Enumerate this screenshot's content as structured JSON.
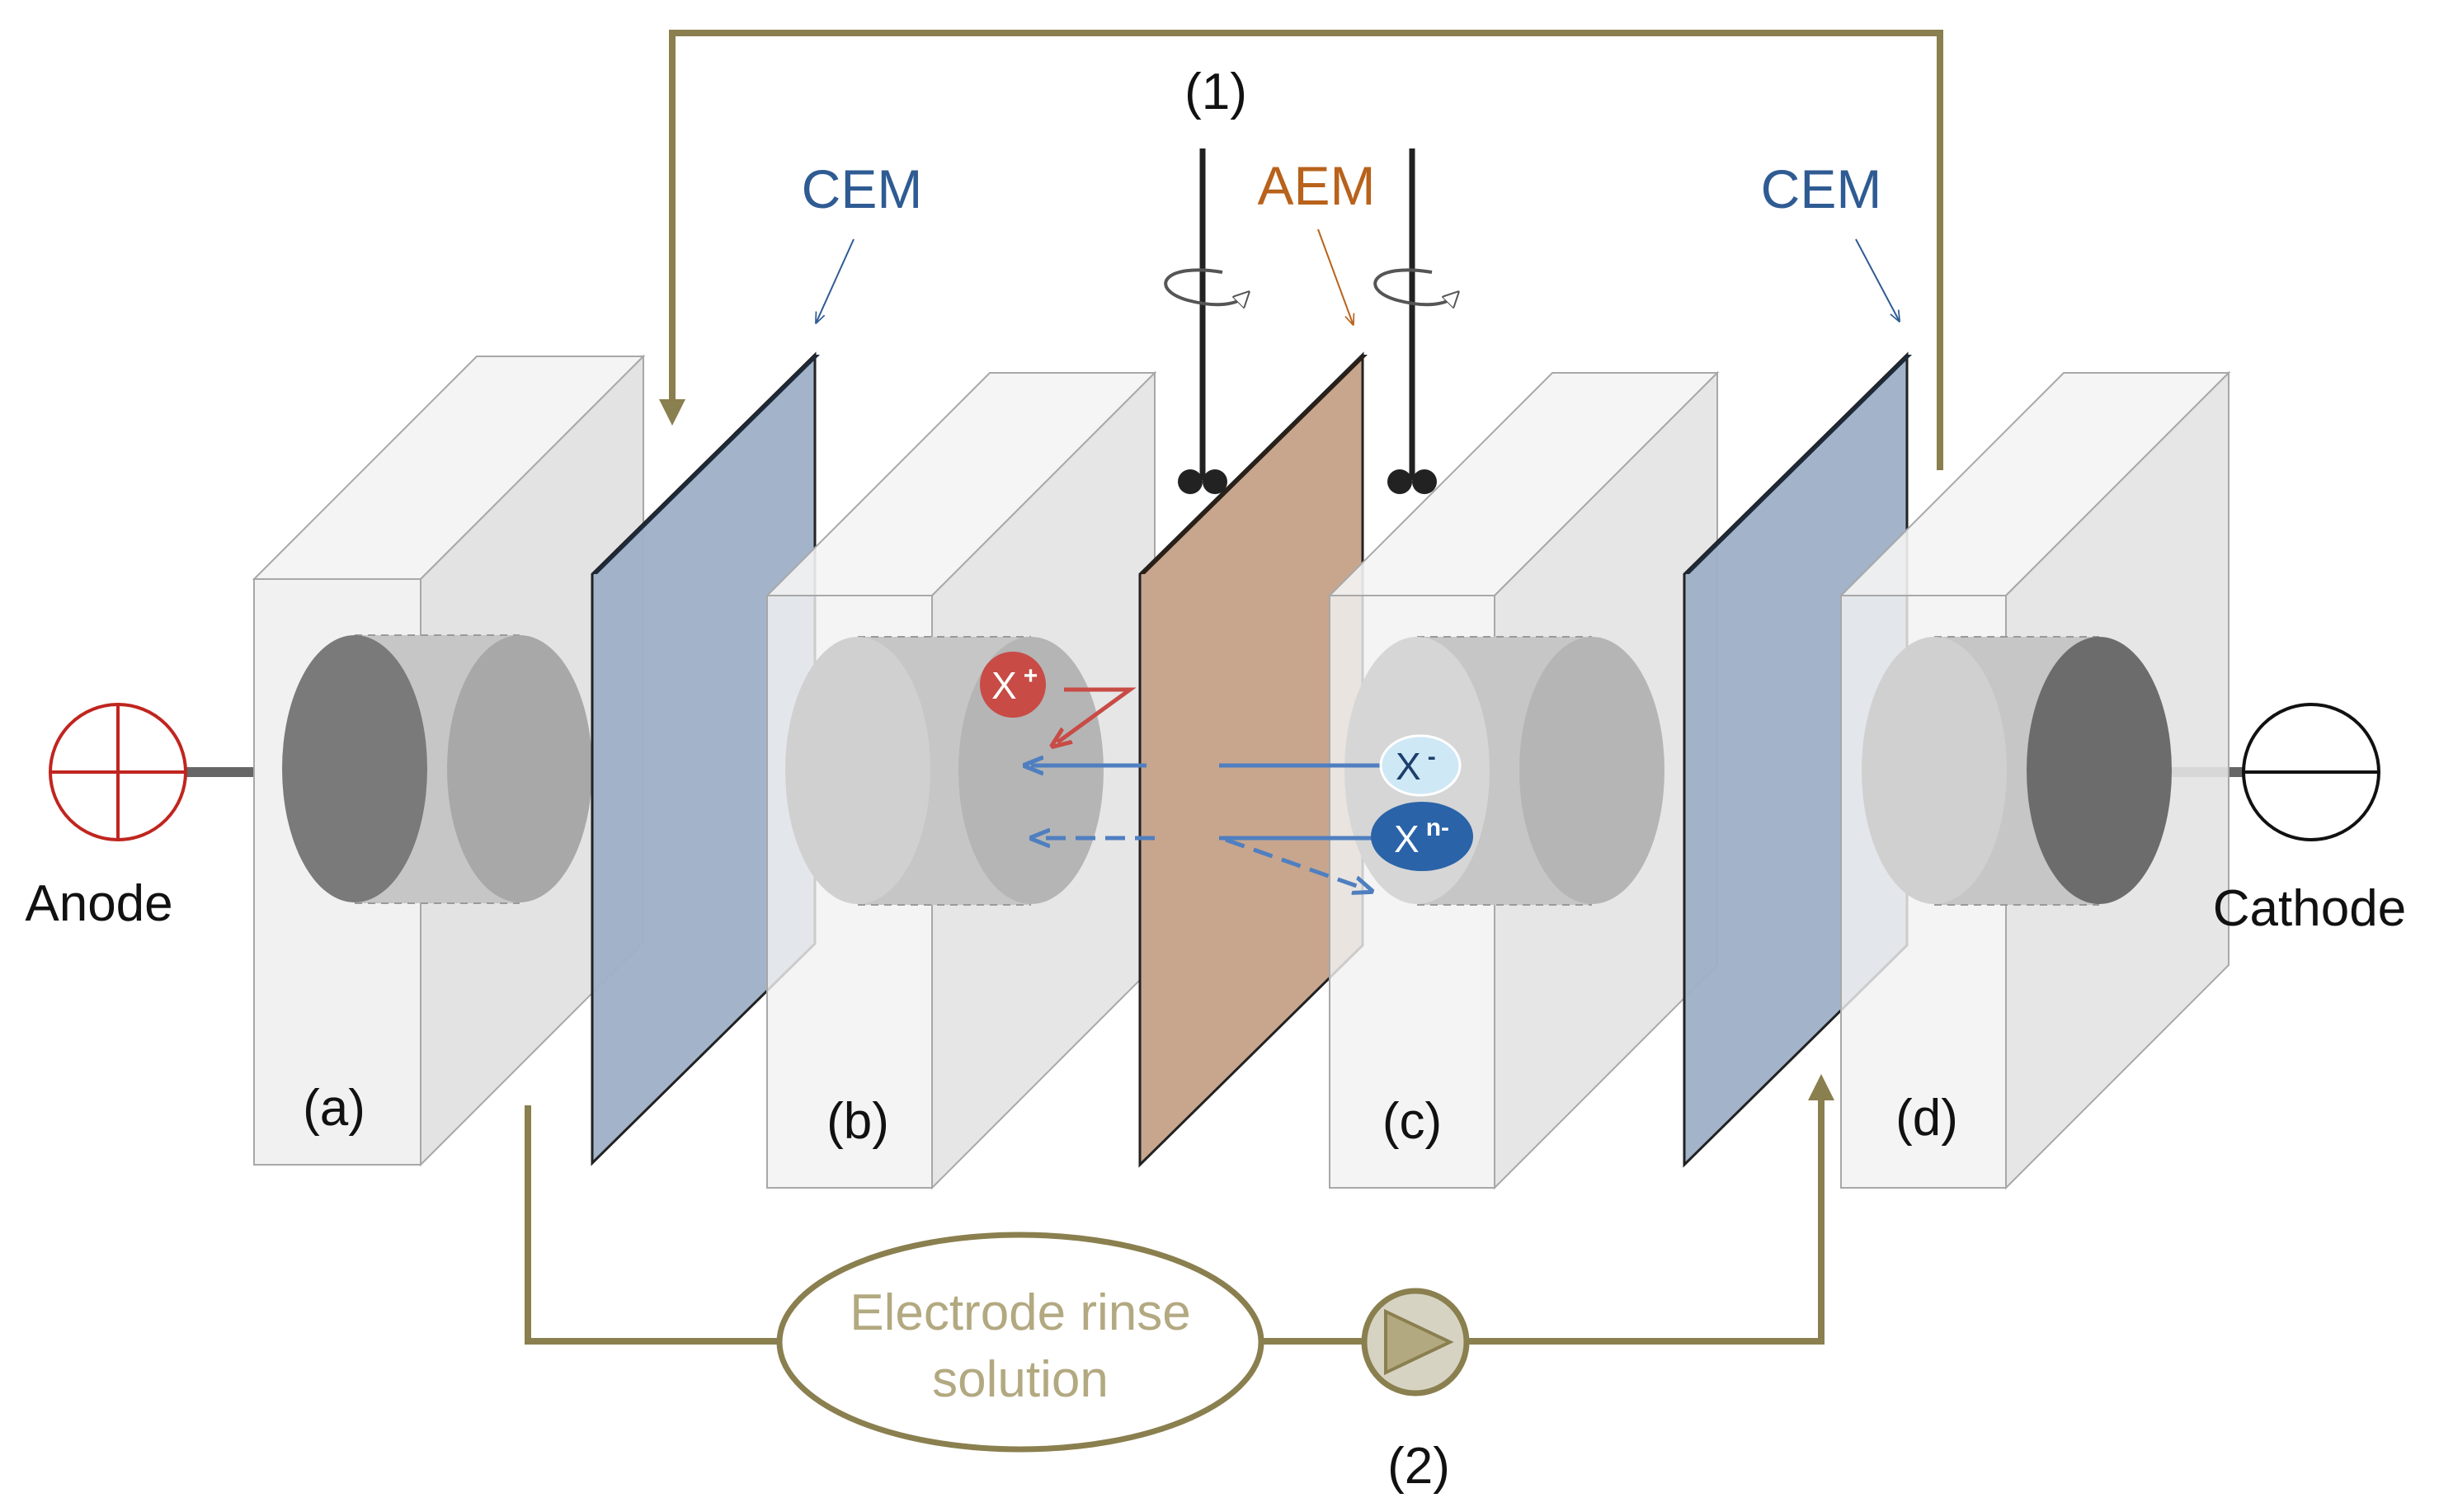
{
  "labels": {
    "stirrer": "(1)",
    "pump": "(2)",
    "anode": "Anode",
    "cathode": "Cathode",
    "cem_left": "CEM",
    "aem": "AEM",
    "cem_right": "CEM",
    "chamber_a": "(a)",
    "chamber_b": "(b)",
    "chamber_c": "(c)",
    "chamber_d": "(d)",
    "rinse_line1": "Electrode rinse",
    "rinse_line2": "solution"
  },
  "ions": {
    "cation_base": "X",
    "cation_charge": "+",
    "anion_base": "X",
    "anion_charge": "-",
    "multi_anion_base": "X",
    "multi_anion_charge": "n-"
  },
  "colors": {
    "cem": "#9eafc7",
    "aem": "#c8a68e",
    "rinse_loop": "#8a7f4e",
    "anode_symbol": "#c0251f",
    "cation": "#c84b45",
    "anion_light": "#cfe8f6",
    "anion_dark": "#2a63a8",
    "flux_arrow": "#4f7fc0",
    "cation_arrow": "#c84b45"
  }
}
